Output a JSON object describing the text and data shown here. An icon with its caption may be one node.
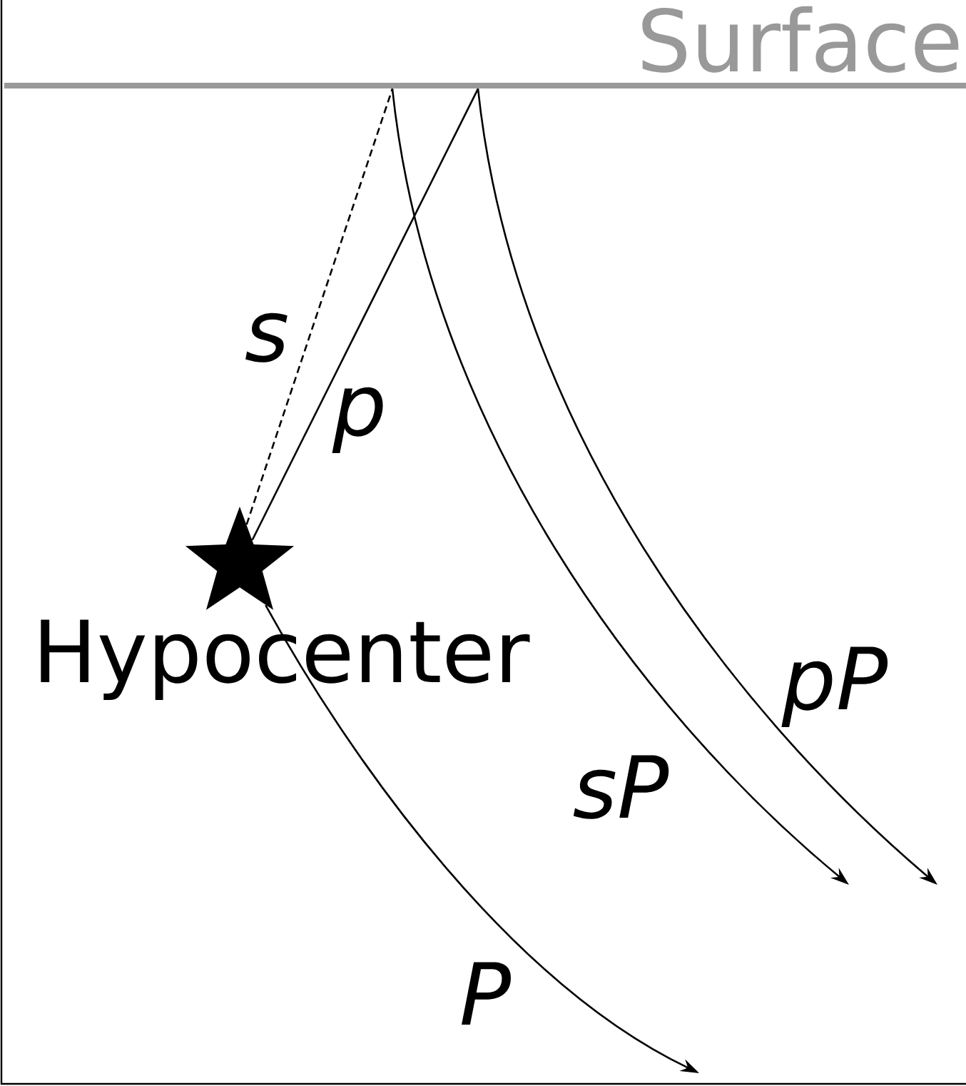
{
  "diagram": {
    "nodes": [
      {
        "text": [
          "Surface"
        ]
      },
      {
        "text": [],
        "shape": "star",
        "beside": [
          "Hypocenter"
        ]
      }
    ],
    "edges": [
      {
        "from": 1,
        "to": 0,
        "arrow": "none",
        "label": "s",
        "style": "dashed"
      },
      {
        "from": 1,
        "to": 0,
        "arrow": "none",
        "label": "p"
      },
      {
        "from": 0,
        "to": null,
        "arrow": "to",
        "label": "sP"
      },
      {
        "from": 0,
        "to": null,
        "arrow": "to",
        "label": "pP"
      },
      {
        "from": 1,
        "to": null,
        "arrow": "to",
        "label": "P"
      }
    ]
  }
}
